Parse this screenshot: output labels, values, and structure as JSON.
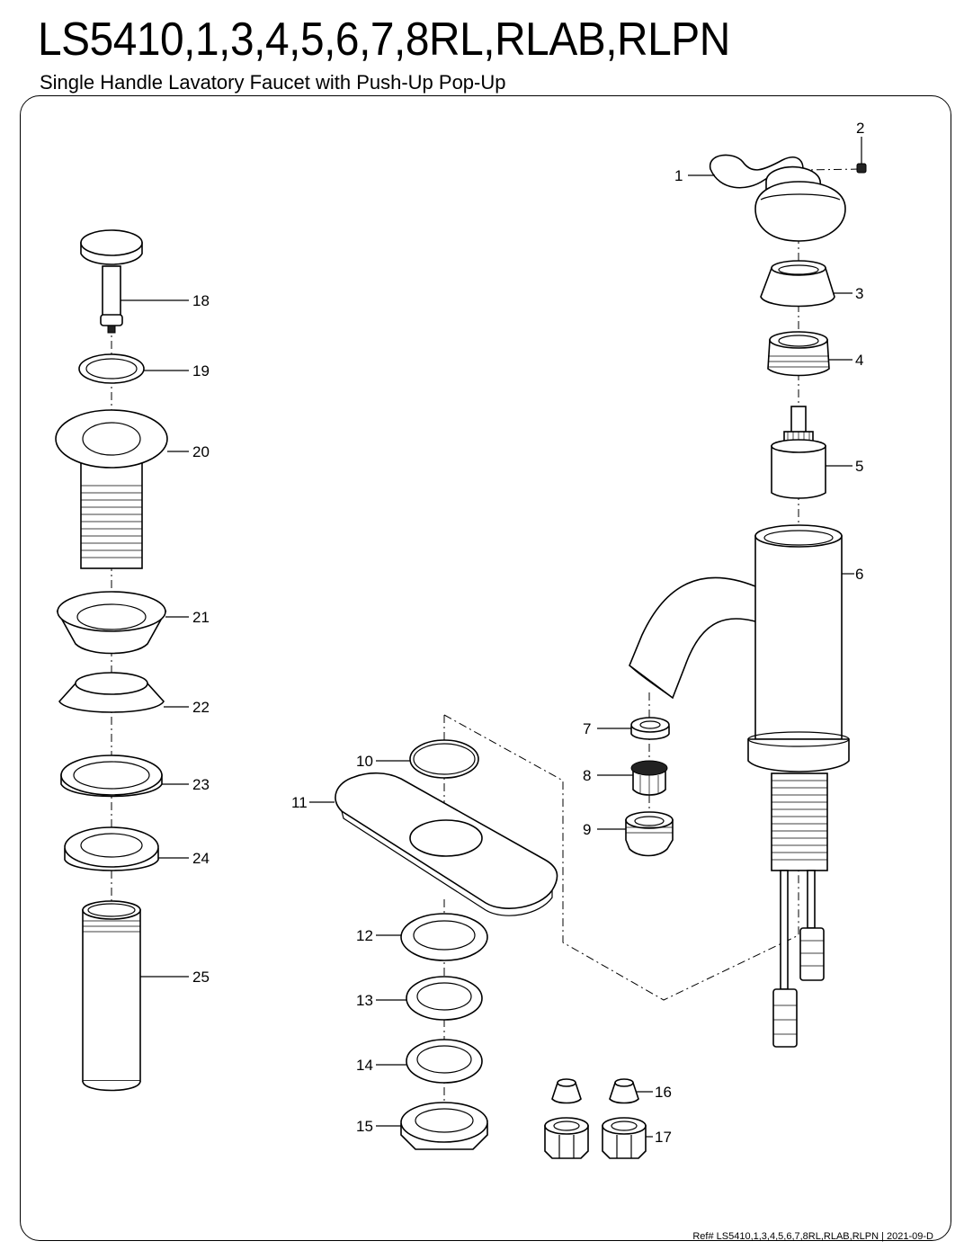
{
  "header": {
    "title": "LS5410,1,3,4,5,6,7,8RL,RLAB,RLPN",
    "subtitle": "Single Handle Lavatory Faucet with Push-Up Pop-Up"
  },
  "footer": {
    "reference": "Ref# LS5410,1,3,4,5,6,7,8RL,RLAB,RLPN | 2021-09-D"
  },
  "callouts": {
    "c1": "1",
    "c2": "2",
    "c3": "3",
    "c4": "4",
    "c5": "5",
    "c6": "6",
    "c7": "7",
    "c8": "8",
    "c9": "9",
    "c10": "10",
    "c11": "11",
    "c12": "12",
    "c13": "13",
    "c14": "14",
    "c15": "15",
    "c16": "16",
    "c17": "17",
    "c18": "18",
    "c19": "19",
    "c20": "20",
    "c21": "21",
    "c22": "22",
    "c23": "23",
    "c24": "24",
    "c25": "25"
  }
}
